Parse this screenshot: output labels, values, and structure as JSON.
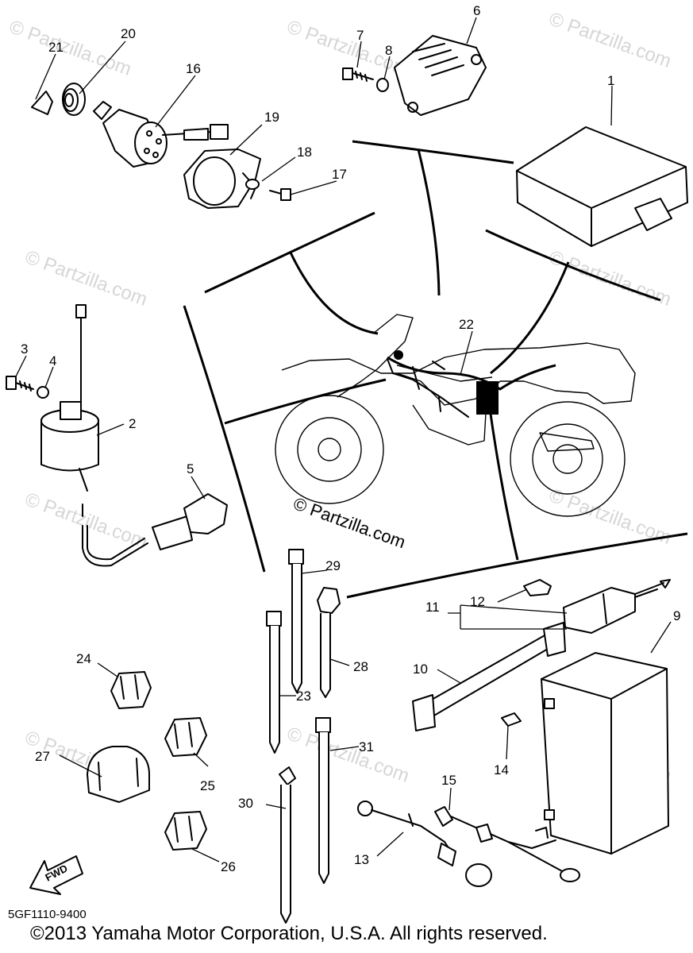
{
  "watermark": "© Partzilla.com",
  "center_credit": "© Partzilla.com",
  "fwd_label": "FWD",
  "callouts": {
    "c1": "1",
    "c2": "2",
    "c3": "3",
    "c4": "4",
    "c5": "5",
    "c6": "6",
    "c7": "7",
    "c8": "8",
    "c9": "9",
    "c10": "10",
    "c11": "11",
    "c12": "12",
    "c13": "13",
    "c14": "14",
    "c15": "15",
    "c16": "16",
    "c17": "17",
    "c18": "18",
    "c19": "19",
    "c20": "20",
    "c21": "21",
    "c22": "22",
    "c23": "23",
    "c24": "24",
    "c25": "25",
    "c26": "26",
    "c27": "27",
    "c28": "28",
    "c29": "29",
    "c30": "30",
    "c31": "31"
  },
  "reference_code": "5GF1110-9400",
  "copyright": "©2013  Yamaha Motor Corporation, U.S.A. All rights reserved."
}
